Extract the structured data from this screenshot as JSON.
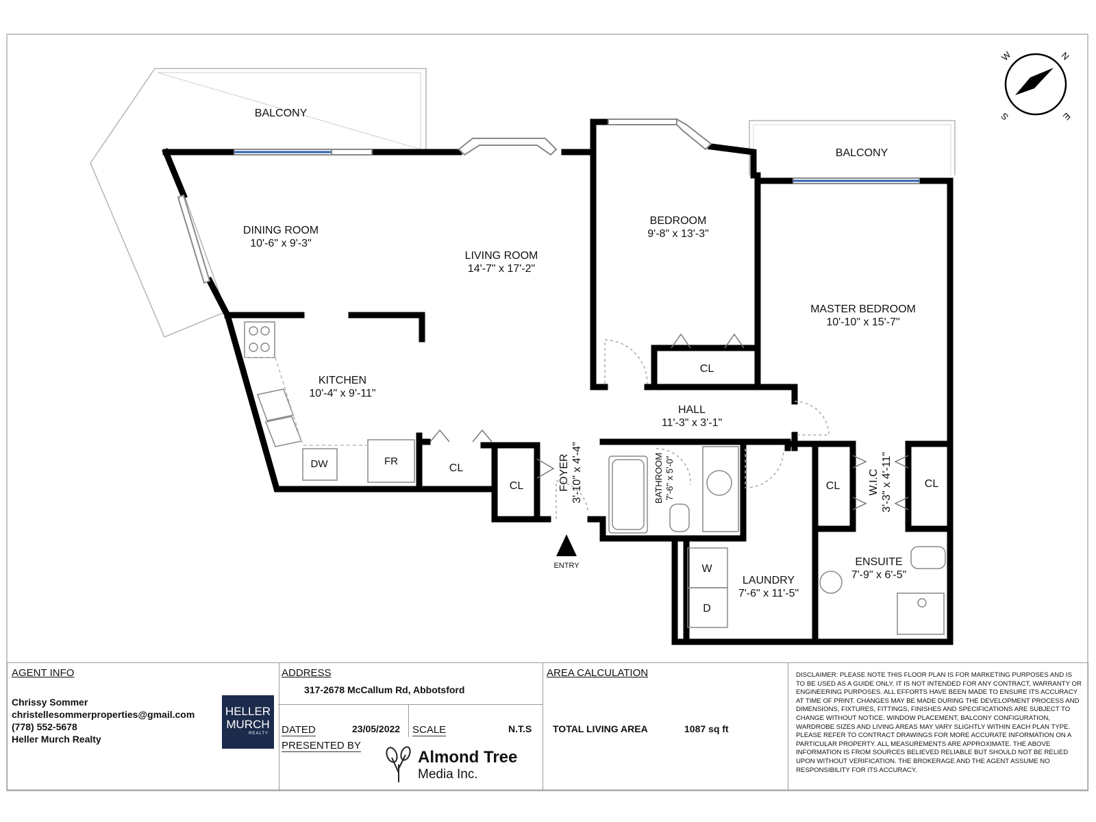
{
  "rooms": {
    "balcony_left": "BALCONY",
    "balcony_right": "BALCONY",
    "dining": {
      "name": "DINING ROOM",
      "dims": "10'-6\" x 9'-3\""
    },
    "living": {
      "name": "LIVING ROOM",
      "dims": "14'-7\" x 17'-2\""
    },
    "bedroom": {
      "name": "BEDROOM",
      "dims": "9'-8\" x 13'-3\""
    },
    "master": {
      "name": "MASTER BEDROOM",
      "dims": "10'-10\" x 15'-7\""
    },
    "kitchen": {
      "name": "KITCHEN",
      "dims": "10'-4\" x 9'-11\""
    },
    "hall": {
      "name": "HALL",
      "dims": "11'-3\" x 3'-1\""
    },
    "foyer": {
      "name": "FOYER",
      "dims": "3'-10\" x 4'-4\""
    },
    "bathroom": {
      "name": "BATHROOM",
      "dims": "7'-6\" x 5'-0\""
    },
    "wic": {
      "name": "W.I.C",
      "dims": "3'-3\" x 4'-11\""
    },
    "laundry": {
      "name": "LAUNDRY",
      "dims": "7'-6\" x 11'-5\""
    },
    "ensuite": {
      "name": "ENSUITE",
      "dims": "7'-9\" x 6'-5\""
    }
  },
  "fixtures": {
    "closet": "CL",
    "dishwasher": "DW",
    "fridge": "FR",
    "washer": "W",
    "dryer": "D",
    "entry": "ENTRY"
  },
  "compass": {
    "n": "N",
    "e": "E",
    "s": "S",
    "w": "W"
  },
  "agent": {
    "header": "AGENT INFO",
    "name": "Chrissy Sommer",
    "email": "christellesommerproperties@gmail.com",
    "phone": "(778)  552-5678",
    "brokerage": "Heller Murch Realty",
    "logo_line1": "HELLER",
    "logo_line2": "MURCH",
    "logo_small": "REALTY"
  },
  "address": {
    "header": "ADDRESS",
    "value": "317-2678 McCallum Rd, Abbotsford",
    "dated_label": "DATED",
    "dated_value": "23/05/2022",
    "scale_label": "SCALE",
    "scale_value": "N.T.S",
    "presented_label": "PRESENTED BY",
    "presenter_line1": "Almond Tree",
    "presenter_line2": "Media Inc."
  },
  "area": {
    "header": "AREA CALCULATION",
    "label": "TOTAL LIVING AREA",
    "value": "1087 sq ft"
  },
  "disclaimer": "DISCLAIMER: PLEASE NOTE THIS FLOOR PLAN IS FOR MARKETING PURPOSES AND IS TO BE USED AS A GUIDE ONLY. IT IS NOT INTENDED FOR ANY CONTRACT, WARRANTY OR ENGINEERING PURPOSES. ALL EFFORTS HAVE BEEN MADE TO ENSURE ITS ACCURACY AT TIME OF PRINT. CHANGES MAY BE MADE DURING THE DEVELOPMENT PROCESS AND DIMENSIONS, FIXTURES, FITTINGS, FINISHES AND SPECIFICATIONS ARE SUBJECT TO CHANGE WITHOUT NOTICE. WINDOW PLACEMENT, BALCONY CONFIGURATION, WARDROBE SIZES AND LIVING AREAS MAY VARY SLIGHTLY WITHIN EACH PLAN TYPE. PLEASE REFER TO CONTRACT DRAWINGS FOR MORE ACCURATE INFORMATION ON A PARTICULAR PROPERTY. ALL MEASUREMENTS ARE APPROXIMATE. THE ABOVE INFORMATION IS FROM SOURCES BELIEVED RELIABLE BUT SHOULD NOT BE RELIED UPON WITHOUT VERIFICATION. THE BROKERAGE AND THE AGENT ASSUME NO RESPONSIBILITY FOR ITS ACCURACY."
}
